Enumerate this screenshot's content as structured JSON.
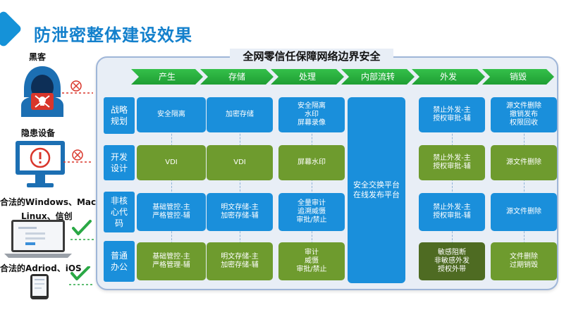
{
  "page": {
    "title": "防泄密整体建设效果",
    "banner": "全网零信任保障网络边界安全"
  },
  "stages": [
    "产生",
    "存储",
    "处理",
    "内部流转",
    "外发",
    "销毁"
  ],
  "rows": [
    "战略\n规划",
    "开发\n设计",
    "非核\n心代\n码",
    "普通\n办公"
  ],
  "cells": [
    [
      "安全隔离",
      "加密存储",
      "安全隔离\n水印\n屏幕录像",
      "禁止外发-主\n授权审批-辅",
      "源文件删除\n撤销发布\n权限回收"
    ],
    [
      "VDI",
      "VDI",
      "屏幕水印",
      "禁止外发-主\n授权审批-辅",
      "源文件删除"
    ],
    [
      "基础管控-主\n严格管控-辅",
      "明文存储-主\n加密存储-辅",
      "全量审计\n追溯威慑\n审批/禁止",
      "禁止外发-主\n授权审批-辅",
      "源文件删除"
    ],
    [
      "基础管控-主\n严格管理-辅",
      "明文存储-主\n加密存储-辅",
      "审计\n威慑\n审批/禁止",
      "敏感阻断\n非敏感外发\n授权外带",
      "文件删除\n过期销毁"
    ]
  ],
  "internal_flow": "安全交换平台\n在线发布平台",
  "devices": {
    "hacker": "黑客",
    "risk_device": "隐患设备",
    "legal_pc_line1": "合法的Windows、Mac",
    "legal_pc_line2": "Linux、信创",
    "legal_mobile": "合法的Adriod、iOS"
  },
  "colors": {
    "accent": "#1380cc",
    "cell_blue": "#1a8fdb",
    "cell_green": "#6e9b2e",
    "stage_green": "#2bb042",
    "deny_red": "#d9362b",
    "allow_green": "#2aa845"
  },
  "icons": [
    "hacker-icon",
    "warning-monitor-icon",
    "laptop-icon",
    "tablet-icon",
    "deny-x-icon",
    "allow-check-icon"
  ]
}
